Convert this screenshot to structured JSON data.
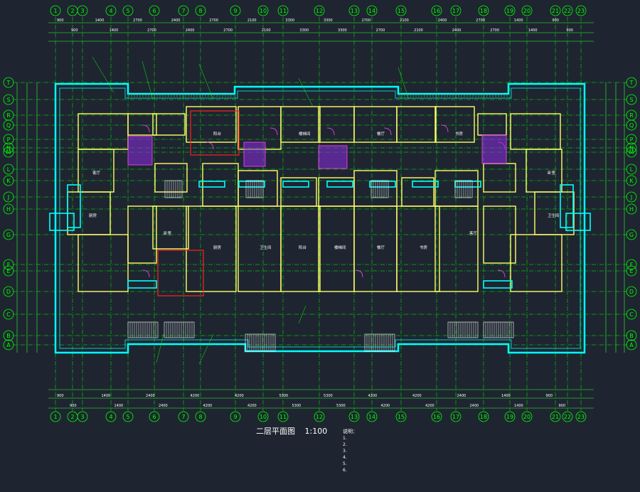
{
  "drawing": {
    "title": "二层平面图",
    "scale": "1:100",
    "axes_columns": [
      "1",
      "2",
      "3",
      "4",
      "5",
      "6",
      "7",
      "8",
      "9",
      "10",
      "11",
      "12",
      "13",
      "14",
      "15",
      "16",
      "17",
      "18",
      "19",
      "20",
      "21",
      "22",
      "23"
    ],
    "axes_rows": [
      "T",
      "S",
      "R",
      "Q",
      "P",
      "N",
      "M",
      "L",
      "K",
      "J",
      "H",
      "G",
      "F",
      "E",
      "D",
      "C",
      "B",
      "A"
    ],
    "top_dims": [
      "900",
      "1400",
      "2700",
      "2400",
      "2700",
      "2100",
      "3300",
      "3300",
      "2700",
      "2100",
      "2400",
      "2700",
      "1400",
      "900"
    ],
    "bottom_dims": [
      "900",
      "1400",
      "2400",
      "4200",
      "4200",
      "5300",
      "5300",
      "4200",
      "4200",
      "2400",
      "1400",
      "900"
    ],
    "room_labels": [
      "客厅",
      "卧室",
      "厨房",
      "卫生间",
      "阳台",
      "楼梯间",
      "餐厅",
      "书房"
    ],
    "notes": {
      "heading": "说明：",
      "lines": [
        "1.",
        "2.",
        "3.",
        "4.",
        "5.",
        "6."
      ]
    }
  },
  "colors": {
    "background": "#1e2530",
    "axis_green": "#00ff00",
    "wall_cyan": "#00ffff",
    "wall_yellow": "#ffff66",
    "door_magenta": "#ff44ff",
    "highlight_red": "#ff2020",
    "stair_white": "#ffffff",
    "dim_green": "#33ff33"
  }
}
